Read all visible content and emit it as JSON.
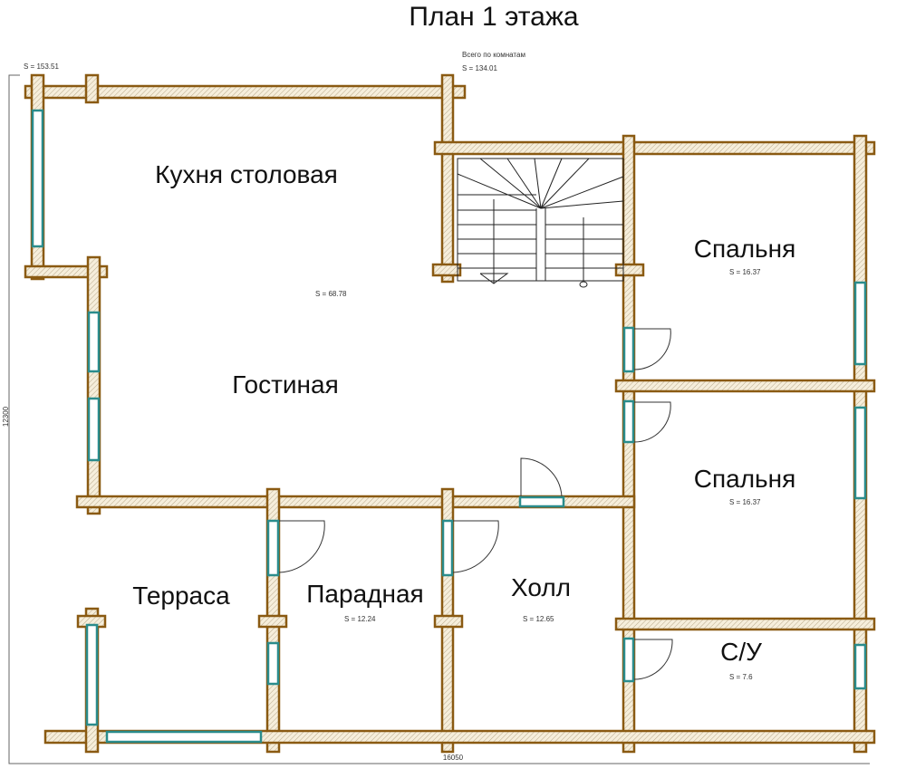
{
  "title": "План 1 этажа",
  "total_area": "S = 153.51",
  "rooms_total_label": "Всего по комнатам",
  "rooms_total_area": "S = 134.01",
  "dimensions": {
    "height": "12300",
    "width": "16050"
  },
  "rooms": [
    {
      "name": "Кухня столовая",
      "area": ""
    },
    {
      "name": "Гостиная",
      "area": "S = 68.78"
    },
    {
      "name": "Спальня",
      "area": "S = 16.37"
    },
    {
      "name": "Спальня",
      "area": "S = 16.37"
    },
    {
      "name": "Терраса",
      "area": ""
    },
    {
      "name": "Парадная",
      "area": "S = 12.24"
    },
    {
      "name": "Холл",
      "area": "S = 12.65"
    },
    {
      "name": "С/У",
      "area": "S = 7.6"
    }
  ],
  "colors": {
    "wall": "#8a5a12",
    "hatch": "#f3e9d2",
    "window": "#2a8c8c"
  }
}
